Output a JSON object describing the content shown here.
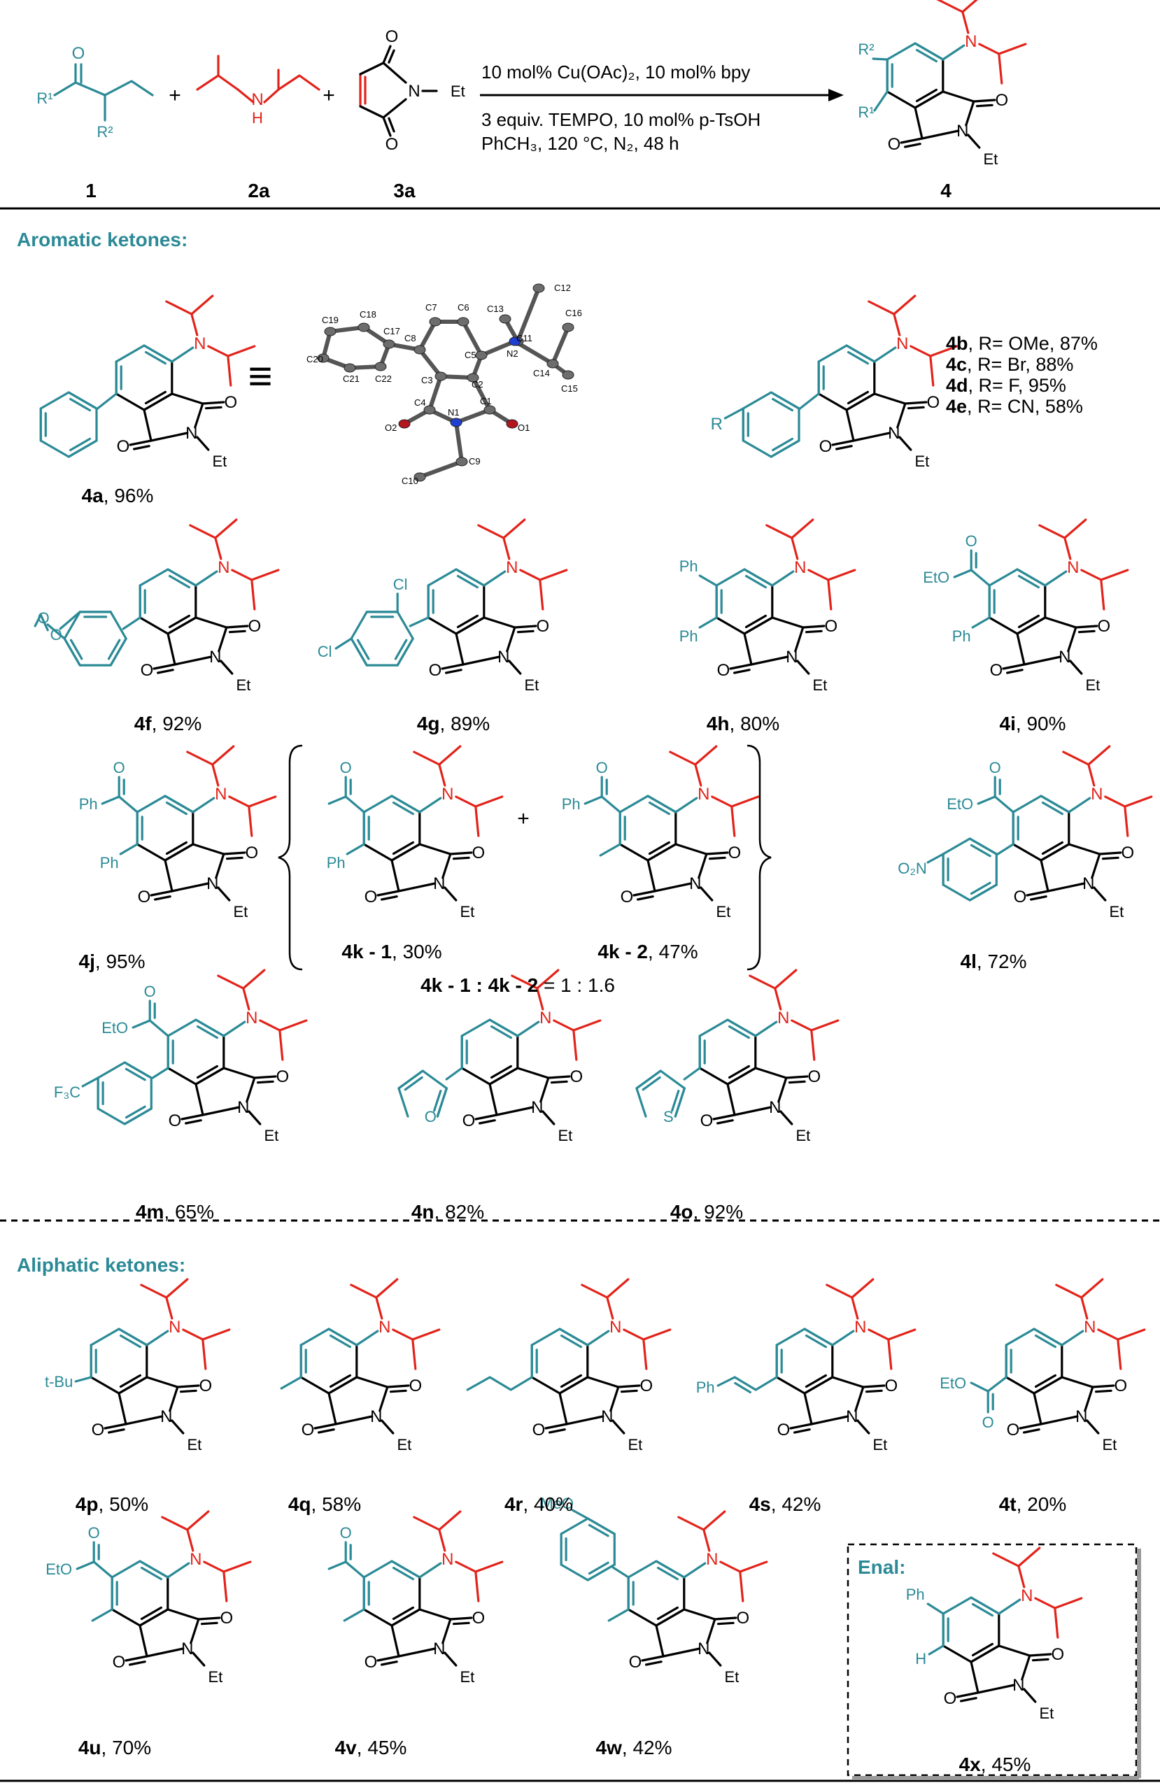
{
  "colors": {
    "aromatic": "#2b8a96",
    "amine": "#e2231a",
    "core": "#000000"
  },
  "scheme": {
    "reactant_labels": [
      "1",
      "2a",
      "3a"
    ],
    "product_label": "4",
    "conditions": [
      "10 mol% Cu(OAc)₂, 10 mol% bpy",
      "3 equiv. TEMPO,  10 mol% p-TsOH",
      "PhCH₃, 120 °C, N₂, 48 h"
    ],
    "atoms": {
      "O": "O",
      "N": "N",
      "NH": "H",
      "Et": "Et",
      "R1": "R¹",
      "R2": "R²",
      "plus": "+"
    }
  },
  "sections": {
    "aromatic": "Aromatic ketones:",
    "aliphatic": "Aliphatic ketones:",
    "enal": "Enal:"
  },
  "equivalence_symbol": "≡",
  "xray_atoms": [
    "C19",
    "C18",
    "C17",
    "C7",
    "C6",
    "C13",
    "C12",
    "C16",
    "C11",
    "C8",
    "C5",
    "N2",
    "C14",
    "C20",
    "C21",
    "C22",
    "C3",
    "C2",
    "C15",
    "C4",
    "C1",
    "O2",
    "N1",
    "O1",
    "C9",
    "C10"
  ],
  "substituent_series": [
    {
      "id": "4b",
      "r": "R= OMe",
      "yield": "87%"
    },
    {
      "id": "4c",
      "r": "R= Br",
      "yield": "88%"
    },
    {
      "id": "4d",
      "r": "R= F",
      "yield": "95%"
    },
    {
      "id": "4e",
      "r": "R= CN",
      "yield": "58%"
    }
  ],
  "substituent_R": "R",
  "compounds": [
    {
      "id": "4a",
      "yield": "96%"
    },
    {
      "id": "4f",
      "yield": "92%"
    },
    {
      "id": "4g",
      "yield": "89%"
    },
    {
      "id": "4h",
      "yield": "80%"
    },
    {
      "id": "4i",
      "yield": "90%"
    },
    {
      "id": "4j",
      "yield": "95%"
    },
    {
      "id": "4k - 1",
      "yield": "30%"
    },
    {
      "id": "4k - 2",
      "yield": "47%"
    },
    {
      "id": "4l",
      "yield": "72%"
    },
    {
      "id": "4m",
      "yield": "65%"
    },
    {
      "id": "4n",
      "yield": "82%"
    },
    {
      "id": "4o",
      "yield": "92%"
    },
    {
      "id": "4p",
      "yield": "50%"
    },
    {
      "id": "4q",
      "yield": "58%"
    },
    {
      "id": "4r",
      "yield": "40%"
    },
    {
      "id": "4s",
      "yield": "42%"
    },
    {
      "id": "4t",
      "yield": "20%"
    },
    {
      "id": "4u",
      "yield": "70%"
    },
    {
      "id": "4v",
      "yield": "45%"
    },
    {
      "id": "4w",
      "yield": "42%"
    },
    {
      "id": "4x",
      "yield": "45%"
    }
  ],
  "ratio": {
    "a": "4k - 1",
    "sep": ":",
    "b": "4k - 2",
    "value": "= 1 : 1.6"
  },
  "substituents": {
    "Cl": "Cl",
    "Ph": "Ph",
    "EtO": "EtO",
    "O2N": "O₂N",
    "F3C": "F₃C",
    "O": "O",
    "S": "S",
    "tBu": "t-Bu",
    "MeO": "MeO",
    "H": "H"
  }
}
